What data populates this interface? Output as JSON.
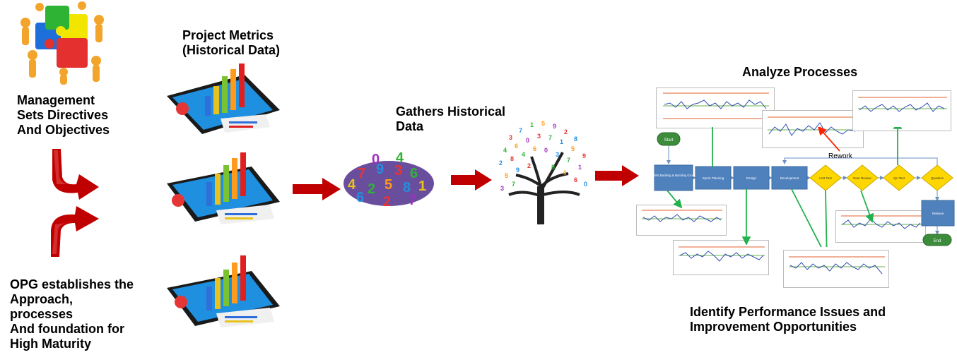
{
  "management": {
    "text": "Management\nSets Directives\nAnd Objectives"
  },
  "opg": {
    "text": "OPG establishes  the\nApproach,\nprocesses\nAnd foundation  for\nHigh Maturity"
  },
  "metrics": {
    "title": "Project Metrics\n(Historical  Data)"
  },
  "gathers": {
    "text": "Gathers Historical\nData"
  },
  "analyze": {
    "title": "Analyze  Processes"
  },
  "identify": {
    "text": "Identify  Performance Issues and\nImprovement  Opportunities"
  },
  "flow": {
    "start": "Start",
    "end": "End",
    "rework": "Rework",
    "nodes": [
      "Establish Backlog & Backlog Grooming",
      "Sprint Planning",
      "Design",
      "Development"
    ],
    "decisions": [
      "Unit Test",
      "Peer Review",
      "QA Test",
      "Quantics"
    ],
    "release": "Release"
  },
  "colors": {
    "arrow_red": "#c00000",
    "process_blue": "#4f81bd",
    "decision_yellow": "#ffd700",
    "start_green": "#3c8c3c",
    "link_green": "#22b14c",
    "rework_red": "#ff2200"
  }
}
